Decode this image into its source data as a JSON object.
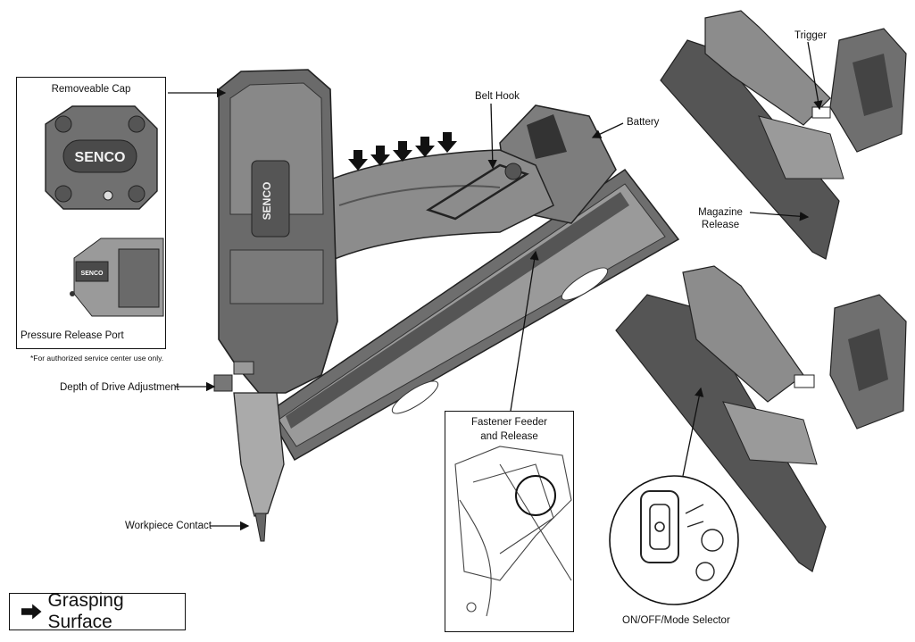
{
  "labels": {
    "removeable_cap": "Removeable Cap",
    "pressure_release_port": "Pressure Release Port",
    "service_note": "*For authorized service center use only.",
    "depth_of_drive": "Depth of Drive Adjustment",
    "workpiece_contact": "Workpiece Contact",
    "belt_hook": "Belt Hook",
    "battery": "Battery",
    "fastener_feeder_l1": "Fastener Feeder",
    "fastener_feeder_l2": "and Release",
    "trigger": "Trigger",
    "magazine_release_l1": "Magazine",
    "magazine_release_l2": "Release",
    "on_off_mode": "ON/OFF/Mode Selector"
  },
  "brand": {
    "logo_text": "SENCO"
  },
  "legend": {
    "icon": "right-arrow-icon",
    "text": "Grasping Surface"
  },
  "colors": {
    "tool_dark": "#5a5a5a",
    "tool_mid": "#8a8a8a",
    "tool_light": "#bdbdbd",
    "line": "#111111"
  }
}
